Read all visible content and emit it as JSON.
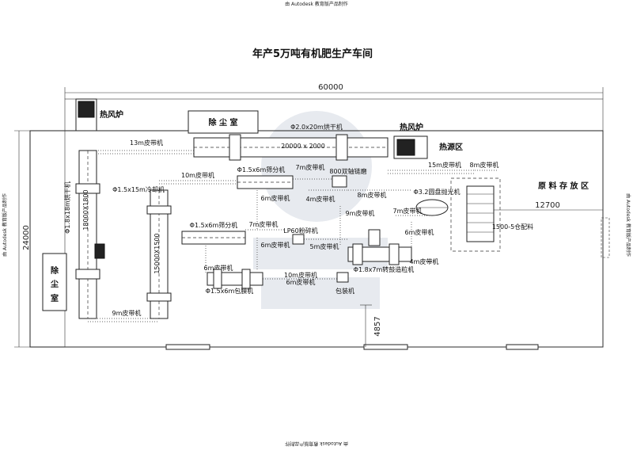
{
  "watermarks": {
    "top": "由 Autodesk 教育版产品制作",
    "bottom": "由 Autodesk 教育版产品制作",
    "left": "由 Autodesk 教育版产品制作",
    "right": "由 Autodesk 教育版产品制作"
  },
  "title": "年产5万吨有机肥生产车间",
  "dimensions": {
    "overall_width": "60000",
    "overall_height": "24000",
    "right_span": "12700",
    "bottom_gap": "4857"
  },
  "rooms": {
    "hot_air_stove_left": "热风炉",
    "dust_room_top": "除 尘 室",
    "hot_air_stove_right": "热风炉",
    "heat_source_area": "热源区",
    "raw_material_area": "原 料 存 放 区",
    "dust_room_left_1": "除",
    "dust_room_left_2": "尘",
    "dust_room_left_3": "室"
  },
  "equipment": {
    "dryer_main": "Φ2.0x20m烘干机",
    "dryer_main_spec": "20000 x 2000",
    "dryer_vertical": "Φ1.8x18m烘干机",
    "dryer_vertical_spec": "18000X1800",
    "cooler": "Φ1.5x15m冷却机",
    "cooler_spec": "15000X1500",
    "screener_top": "Φ1.5x6m筛分机",
    "screener_mid": "Φ1.5x6m筛分机",
    "coater": "Φ1.5x6m包膜机",
    "granulator": "Φ1.8x7m转鼓造粒机",
    "polisher": "Φ3.2圆盘抛光机",
    "mill": "800双轴链磨",
    "pulverizer": "LP60粉碎机",
    "packer": "包装机",
    "silo": "1500-5仓配料"
  },
  "conveyors": {
    "c13m": "13m皮带机",
    "c10m": "10m皮带机",
    "c7m_a": "7m皮带机",
    "c6m_a": "6m皮带机",
    "c4m_a": "4m皮带机",
    "c8m_a": "8m皮带机",
    "c15m": "15m皮带机",
    "c9m_a": "9m皮带机",
    "c6m_b": "6m皮带机",
    "c7m_b": "7m皮带机",
    "c7m_c": "7m皮带机",
    "c6m_c": "6m皮带机",
    "c5m": "5m皮带机",
    "c6m_d": "6m皮带机",
    "c4m_b": "4m皮带机",
    "c6m_e": "6m皮带机",
    "c9m_b": "9m皮带机",
    "c10m_b": "10m皮带机",
    "c8m_b": "8m皮带机"
  }
}
